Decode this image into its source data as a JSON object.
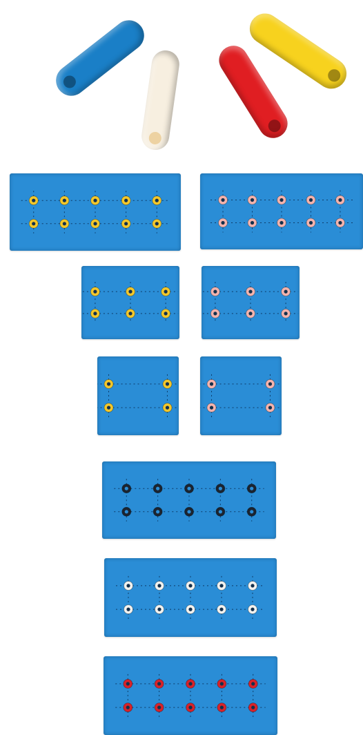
{
  "colors": {
    "pad_blue": "#2a8dd6",
    "yellow": "#f2c72b",
    "pink": "#f3b3ad",
    "black": "#1b2430",
    "white": "#f2f2ef",
    "red": "#d8232a",
    "cap_blue": "#1a7fc7",
    "cap_cream": "#f7efe0",
    "cap_red": "#e01e22",
    "cap_yellow": "#f7d21e"
  },
  "caps": [
    {
      "name": "blue-cap",
      "color": "cap_blue"
    },
    {
      "name": "cream-cap",
      "color": "cap_cream"
    },
    {
      "name": "red-cap",
      "color": "cap_red"
    },
    {
      "name": "yellow-cap",
      "color": "cap_yellow"
    }
  ],
  "pads": [
    {
      "name": "pad-yellow-10",
      "ring": "yellow",
      "cols": 5,
      "rows": 2
    },
    {
      "name": "pad-pink-10",
      "ring": "pink",
      "cols": 5,
      "rows": 2
    },
    {
      "name": "pad-yellow-6",
      "ring": "yellow",
      "cols": 3,
      "rows": 2
    },
    {
      "name": "pad-pink-6",
      "ring": "pink",
      "cols": 3,
      "rows": 2
    },
    {
      "name": "pad-yellow-4",
      "ring": "yellow",
      "cols": 2,
      "rows": 2
    },
    {
      "name": "pad-pink-4",
      "ring": "pink",
      "cols": 2,
      "rows": 2
    },
    {
      "name": "pad-black-10",
      "ring": "black",
      "cols": 5,
      "rows": 2
    },
    {
      "name": "pad-white-10",
      "ring": "white",
      "cols": 5,
      "rows": 2
    },
    {
      "name": "pad-red-10",
      "ring": "red",
      "cols": 5,
      "rows": 2
    }
  ]
}
